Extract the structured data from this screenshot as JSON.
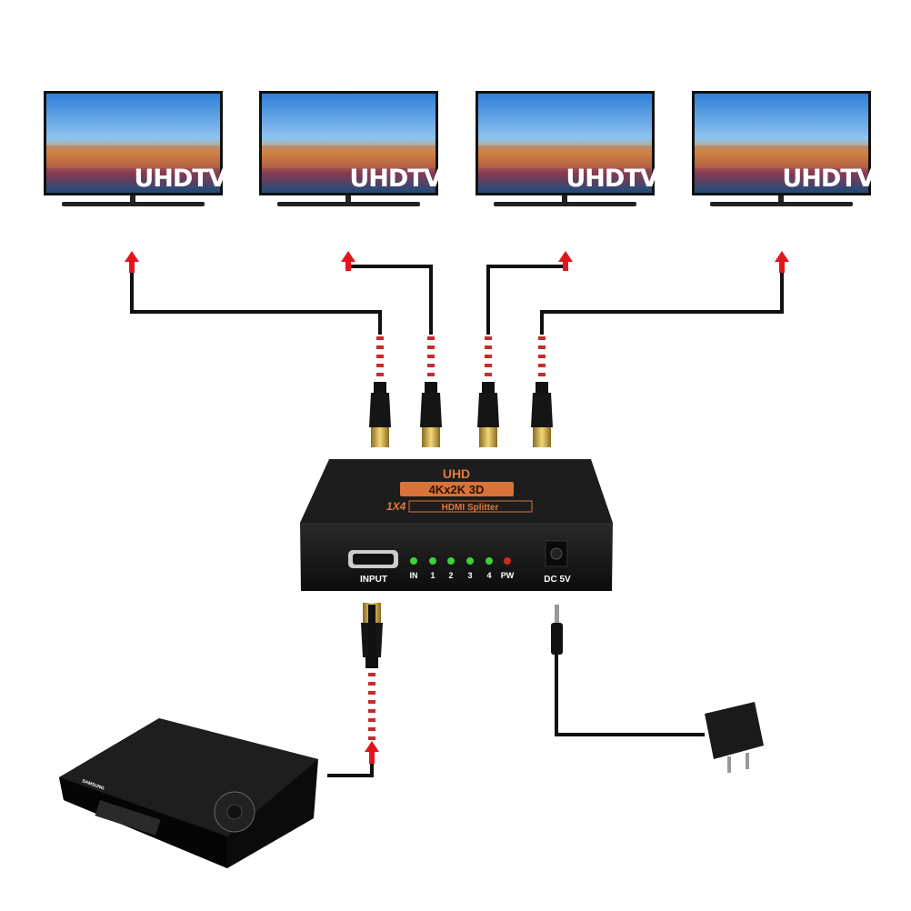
{
  "tvs": [
    {
      "label": "UHDTV"
    },
    {
      "label": "UHDTV"
    },
    {
      "label": "UHDTV"
    },
    {
      "label": "UHDTV"
    }
  ],
  "splitter": {
    "brand_line": "UHD",
    "resolution_badge": "4Kx2K 3D",
    "model_prefix": "1X4",
    "model_badge": "HDMI Splitter",
    "input_label": "INPUT",
    "leds": [
      {
        "label": "IN",
        "color": "#3fd23a"
      },
      {
        "label": "1",
        "color": "#3fd23a"
      },
      {
        "label": "2",
        "color": "#3fd23a"
      },
      {
        "label": "3",
        "color": "#3fd23a"
      },
      {
        "label": "4",
        "color": "#3fd23a"
      },
      {
        "label": "PW",
        "color": "#d02a20"
      }
    ],
    "power_label": "DC 5V"
  },
  "source_device": {
    "brand": "SAMSUNG"
  },
  "colors": {
    "arrow": "#e0161b",
    "cable": "#111111",
    "accent": "#e07a3c"
  }
}
